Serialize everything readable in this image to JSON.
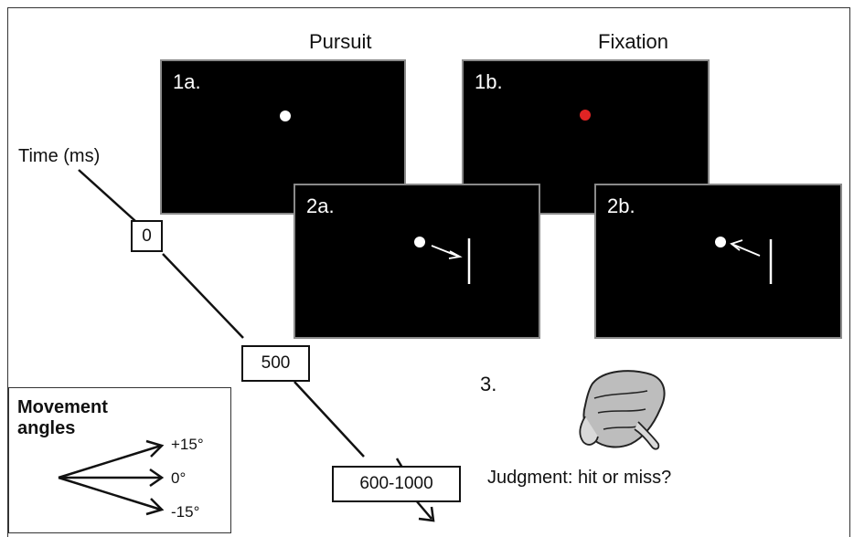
{
  "columns": {
    "pursuit": "Pursuit",
    "fixation": "Fixation"
  },
  "screens": {
    "s1a": {
      "label": "1a.",
      "dot_color": "#ffffff"
    },
    "s1b": {
      "label": "1b.",
      "dot_color": "#e02424"
    },
    "s2a": {
      "label": "2a."
    },
    "s2b": {
      "label": "2b."
    }
  },
  "timeline": {
    "label": "Time (ms)",
    "marks": [
      "0",
      "500",
      "600-1000"
    ]
  },
  "legend": {
    "title": "Movement angles",
    "angles": [
      "+15°",
      "0°",
      "-15°"
    ]
  },
  "response": {
    "step": "3.",
    "judgment": "Judgment: hit or miss?",
    "icon": "hand-pointing-icon"
  }
}
